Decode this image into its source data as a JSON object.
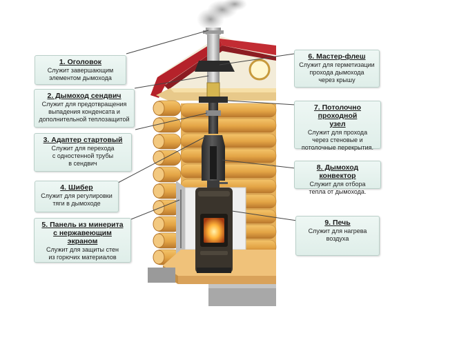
{
  "callouts": [
    {
      "title": "1. Оголовок",
      "desc": "Служит завершающим\nэлементом дымохода"
    },
    {
      "title": "2. Дымоход сендвич",
      "desc": "Служит для предотвращения\nвыпадения конденсата и\nдополнительной теплозащитой"
    },
    {
      "title": "3. Адаптер стартовый",
      "desc": "Служит для перехода\nс одностенной трубы\nв сендвич"
    },
    {
      "title": "4. Шибер",
      "desc": "Служит для регулировки\nтяги в дымоходе"
    },
    {
      "title": "5. Панель из минерита\nс нержавеющим экраном",
      "desc": "Служит для защиты стен\nиз горючих материалов"
    },
    {
      "title": "6. Мастер-флеш",
      "desc": "Служит для герметизации\nпрохода дымохода\nчерез крышу"
    },
    {
      "title": "7. Потолочно проходной\nузел",
      "desc": "Служит для прохода\nчерез стеновые и\nпотолочные перекрытия."
    },
    {
      "title": "8. Дымоход конвектор",
      "desc": "Служит для отбора\nтепла от дымохода."
    },
    {
      "title": "9. Печь",
      "desc": "Служит для нагрева\nвоздуха"
    }
  ],
  "colors": {
    "roof": "#b5222a",
    "logs": "#e0a347",
    "logs_dark": "#b9772a",
    "chimney": "#3a3a3a",
    "brass": "#d6b650",
    "callout_bg": "#e3f0ec"
  }
}
